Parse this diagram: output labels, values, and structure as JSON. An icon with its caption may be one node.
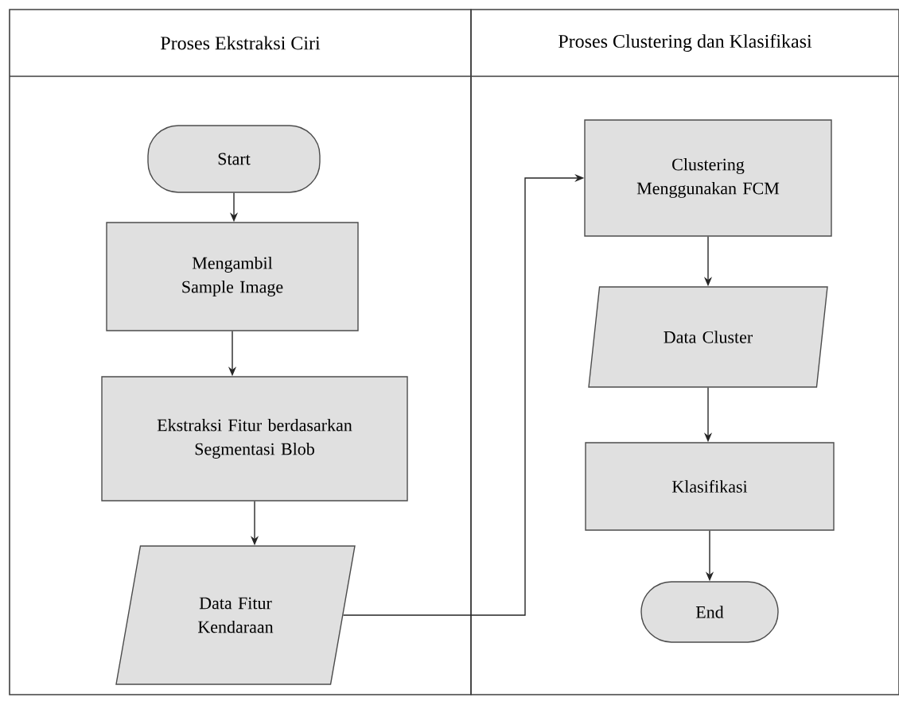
{
  "diagram": {
    "nodes": [
      {
        "text": [
          "Proses Ekstraksi Ciri"
        ]
      },
      {
        "text": [
          "Proses Clustering dan Klasifikasi"
        ]
      },
      {
        "text": [
          "Start"
        ],
        "in": 0
      },
      {
        "text": [
          "Mengambil Sample Image"
        ],
        "in": 0
      },
      {
        "text": [
          "Ekstraksi Fitur berdasarkan Segmentasi Blob"
        ],
        "in": 0
      },
      {
        "text": [
          "Data Fitur Kendaraan"
        ],
        "in": 0
      },
      {
        "text": [
          "Clustering Menggunakan FCM"
        ],
        "in": 1
      },
      {
        "text": [
          "Data Cluster"
        ],
        "in": 1
      },
      {
        "text": [
          "Klasifikasi"
        ],
        "in": 1
      },
      {
        "text": [
          "End"
        ],
        "in": 1
      }
    ],
    "edges": [
      {
        "from": 2,
        "to": 3,
        "arrow": "to"
      },
      {
        "from": 3,
        "to": 4,
        "arrow": "to"
      },
      {
        "from": 4,
        "to": 5,
        "arrow": "to"
      },
      {
        "from": 5,
        "to": 6,
        "arrow": "to"
      },
      {
        "from": 6,
        "to": 7,
        "arrow": "to"
      },
      {
        "from": 7,
        "to": 8,
        "arrow": "to"
      },
      {
        "from": 8,
        "to": 9,
        "arrow": "to"
      }
    ]
  }
}
